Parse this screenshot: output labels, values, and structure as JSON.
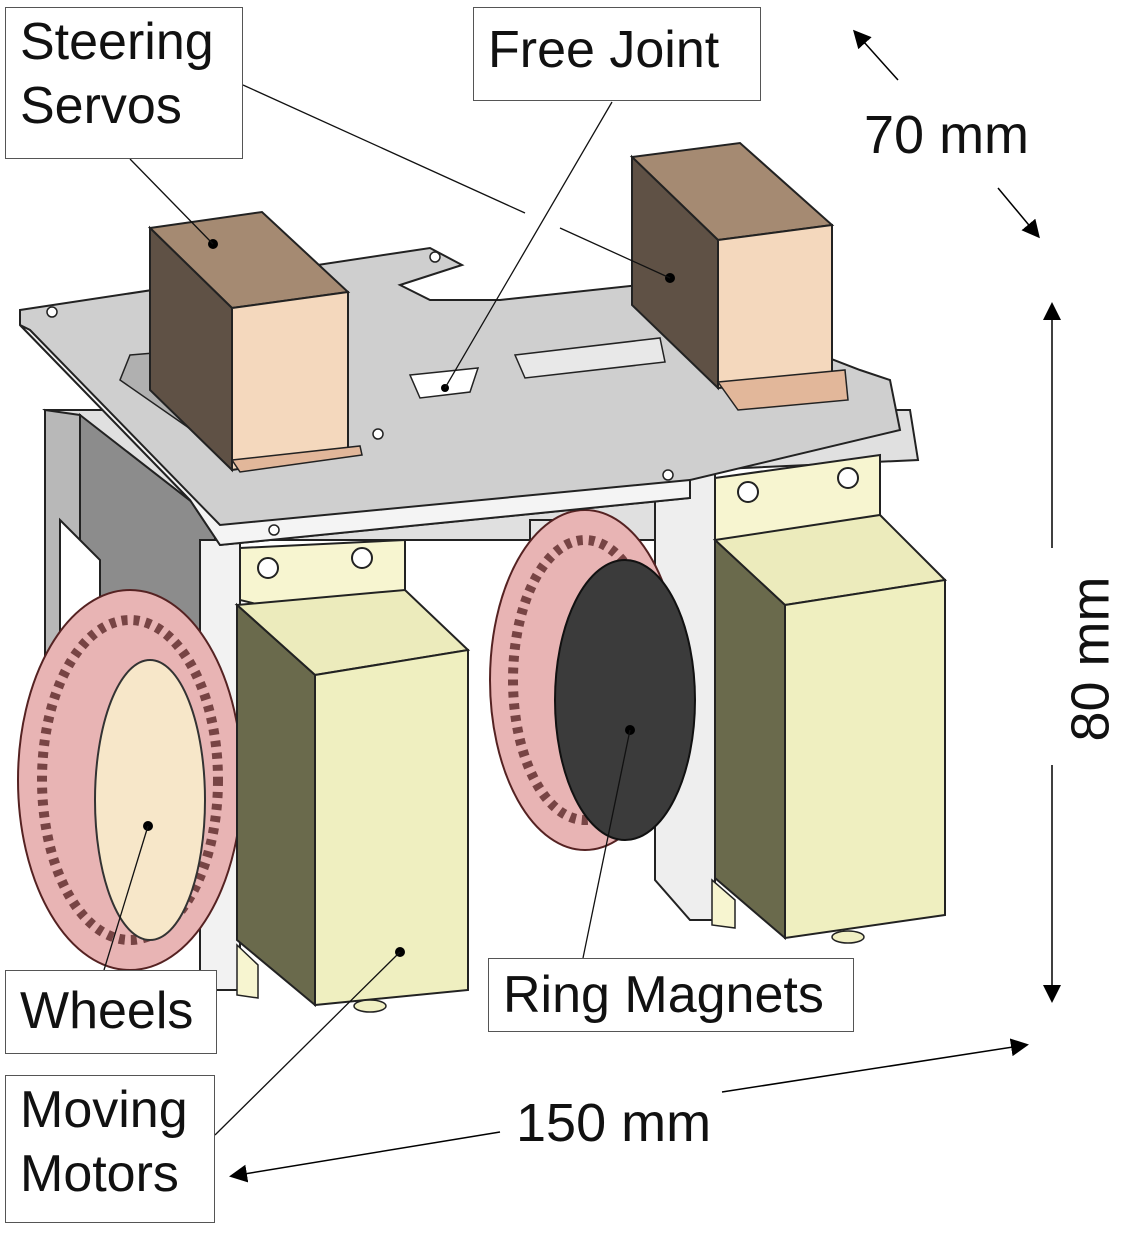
{
  "labels": {
    "steering_servos": "Steering\nServos",
    "free_joint": "Free Joint",
    "wheels": "Wheels",
    "ring_magnets": "Ring Magnets",
    "moving_motors": "Moving\nMotors"
  },
  "dimensions": {
    "depth": "70 mm",
    "height": "80 mm",
    "width": "150 mm"
  },
  "colors": {
    "plate": "#c9c9c9",
    "servo_body": "#e9c9a9",
    "servo_dark": "#5f5145",
    "motor": "#ecebbc",
    "wheel": "#e8b4b4",
    "magnet": "#3b3b3b",
    "frame": "#d6d6d6"
  }
}
